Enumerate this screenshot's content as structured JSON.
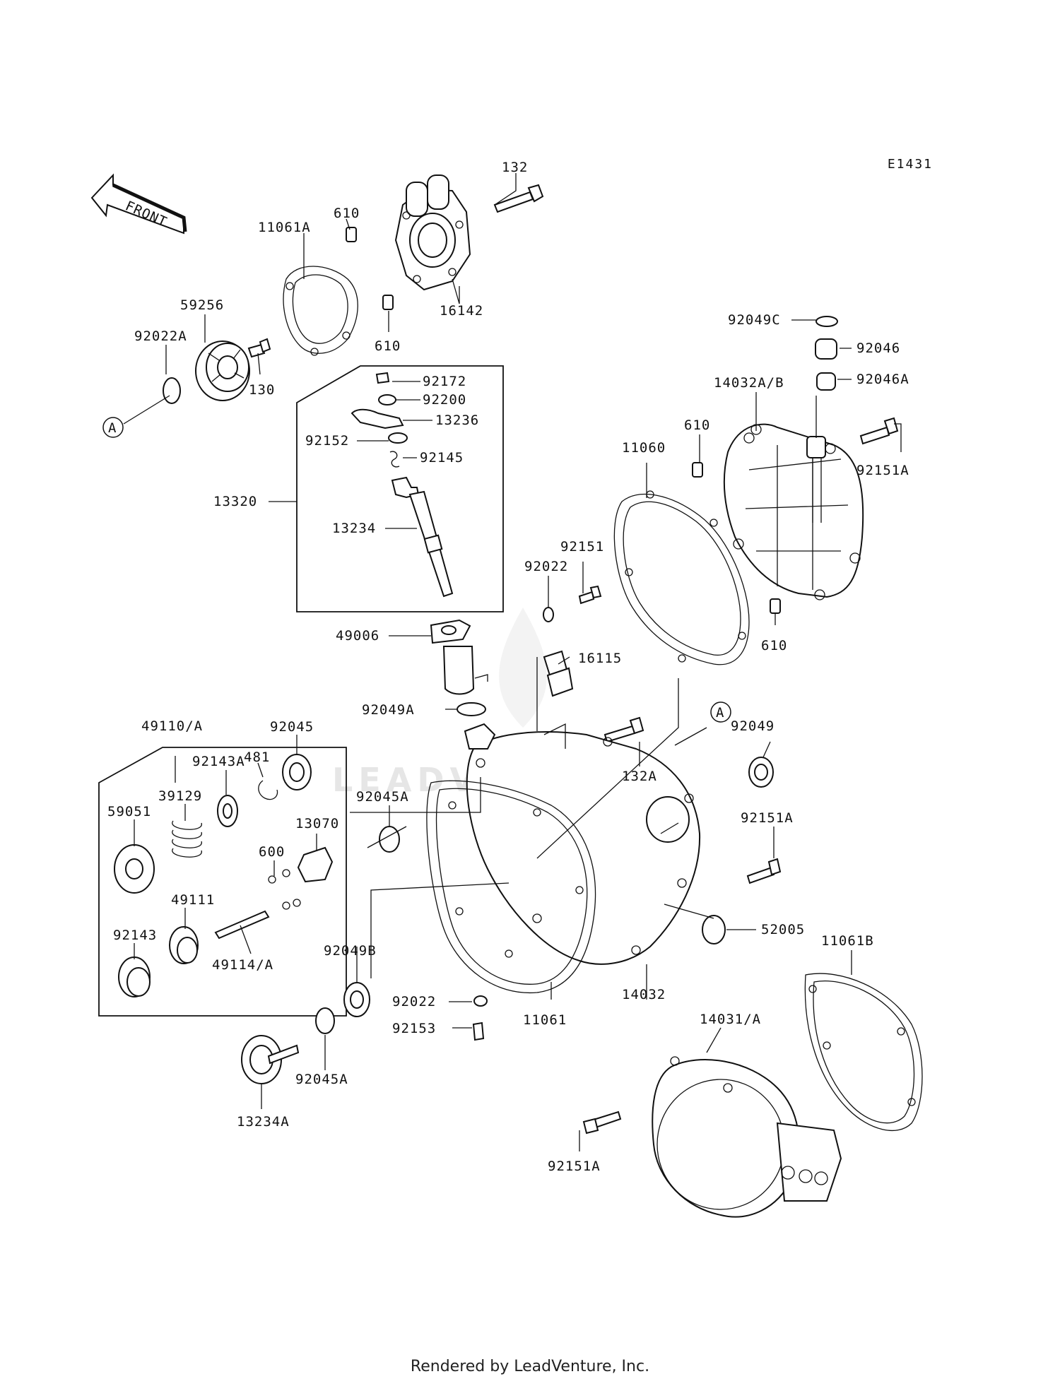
{
  "diagram_code": "E1431",
  "footer": "Rendered by LeadVenture, Inc.",
  "watermark": "LEADVENTURE",
  "front_label": "FRONT",
  "ref_marker": "A",
  "labels": {
    "p132": "132",
    "p610a": "610",
    "p11061A": "11061A",
    "p16142": "16142",
    "p610b": "610",
    "p59256": "59256",
    "p92022A": "92022A",
    "p130": "130",
    "p92172": "92172",
    "p92200": "92200",
    "p13236": "13236",
    "p92152": "92152",
    "p92145": "92145",
    "p13320": "13320",
    "p13234": "13234",
    "p49006": "49006",
    "p92049C": "92049C",
    "p92046": "92046",
    "p92046A": "92046A",
    "p14032AB": "14032A/B",
    "p610c": "610",
    "p11060": "11060",
    "p92151A_top": "92151A",
    "p92151": "92151",
    "p92022_top": "92022",
    "p610d": "610",
    "p16115": "16115",
    "p92049A": "92049A",
    "p132A": "132A",
    "p92049": "92049",
    "p49110A": "49110/A",
    "p92045": "92045",
    "p481": "481",
    "p92143A": "92143A",
    "p39129": "39129",
    "p59051": "59051",
    "p92045A_mid": "92045A",
    "p13070": "13070",
    "p600": "600",
    "p49111": "49111",
    "p92143": "92143",
    "p49114A": "49114/A",
    "p92151A_mid": "92151A",
    "p52005": "52005",
    "p11061B": "11061B",
    "p92049B": "92049B",
    "p92022_bot": "92022",
    "p92153": "92153",
    "p11061": "11061",
    "p14032": "14032",
    "p14031A": "14031/A",
    "p92045A_bot": "92045A",
    "p13234A": "13234A",
    "p92151A_bot": "92151A"
  }
}
